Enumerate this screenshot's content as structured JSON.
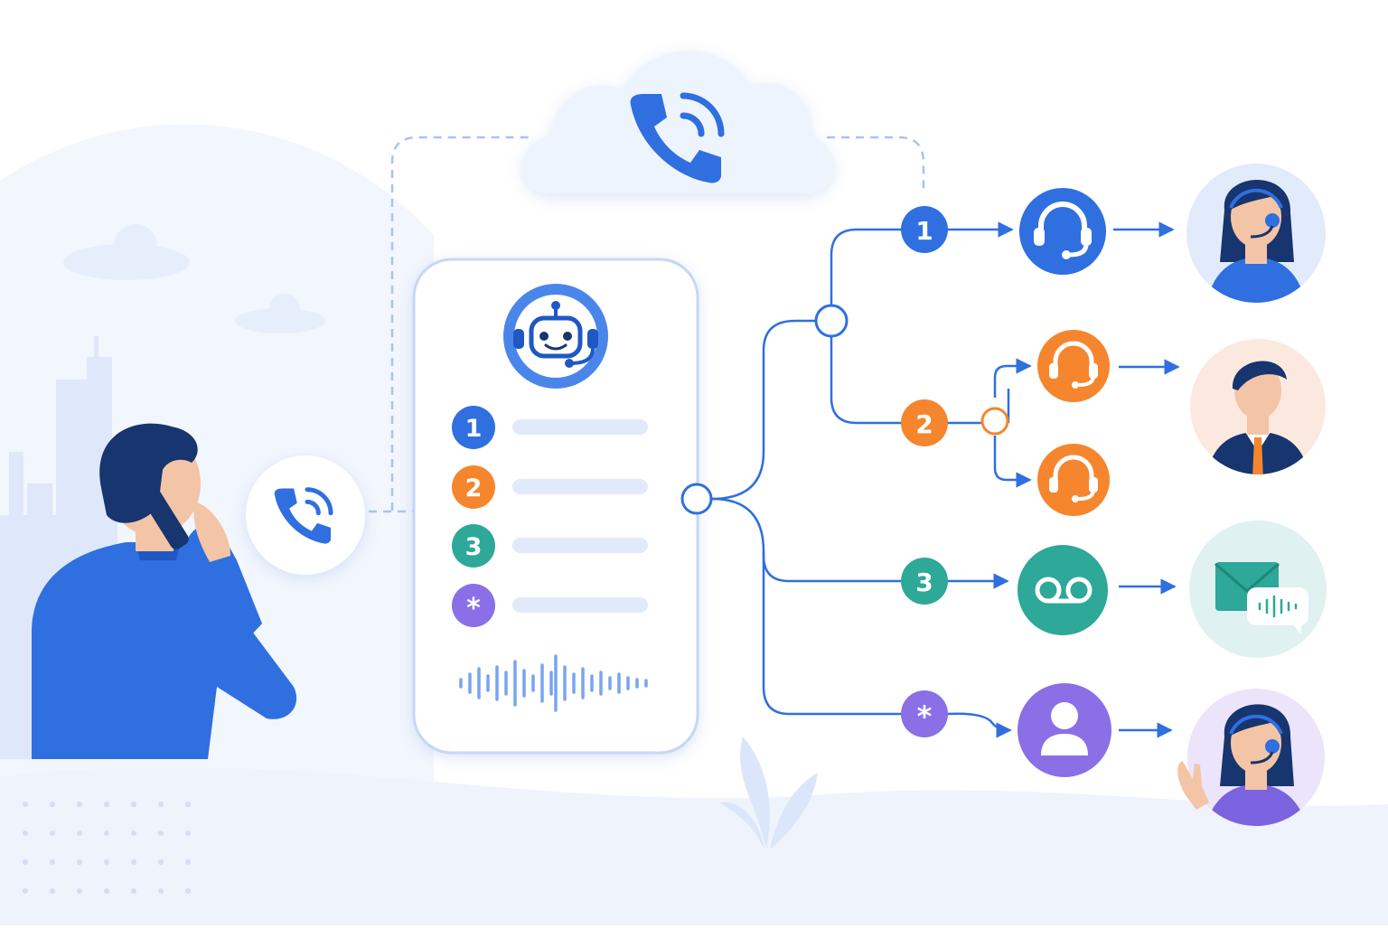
{
  "menu": {
    "options": [
      {
        "label": "1",
        "color": "#2f6fe0"
      },
      {
        "label": "2",
        "color": "#f5862e"
      },
      {
        "label": "3",
        "color": "#2ea898"
      },
      {
        "label": "*",
        "color": "#8a6fe6"
      }
    ]
  },
  "routes": [
    {
      "label": "1",
      "color": "#2f6fe0",
      "destination": "support-agent"
    },
    {
      "label": "2",
      "color": "#f5862e",
      "destination": "sales-agents"
    },
    {
      "label": "3",
      "color": "#2ea898",
      "destination": "voicemail"
    },
    {
      "label": "*",
      "color": "#8a6fe6",
      "destination": "operator"
    }
  ],
  "colors": {
    "line": "#2f6fe0",
    "dashed": "#a9c3ef",
    "cloud": "#eaf1fc",
    "navy": "#17356e",
    "skin": "#f3c4a6",
    "shirt": "#2f6fe0"
  },
  "icons": {
    "cloud": "phone-ringing-icon",
    "caller_bubble": "phone-ringing-icon",
    "menu": "robot-headset-icon",
    "route_1": "headset-icon",
    "route_2": "headset-icon",
    "route_3": "voicemail-icon",
    "route_star": "user-icon"
  }
}
